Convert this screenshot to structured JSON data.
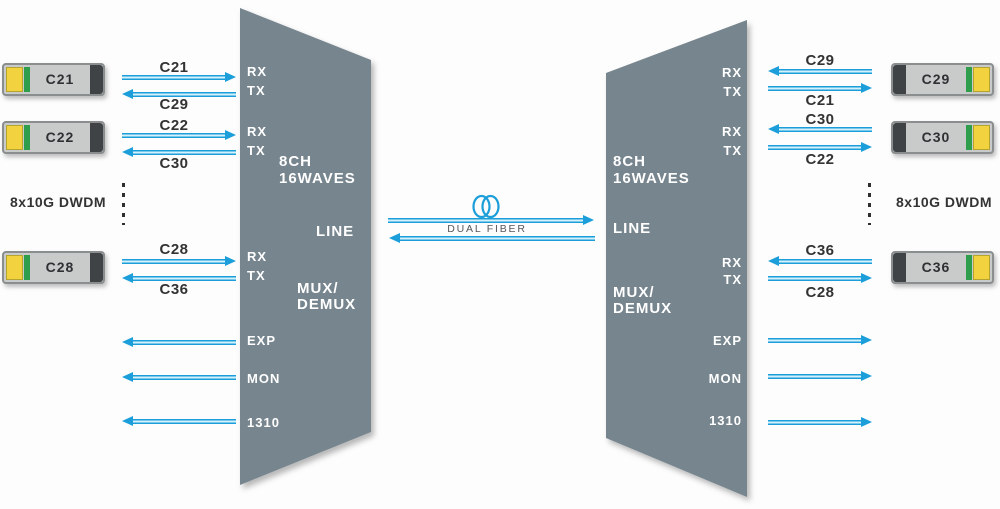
{
  "colors": {
    "arrow_blue": "#1b9ed9",
    "mux_fill": "#77858e",
    "transceiver_yellow": "#f2d23e",
    "transceiver_green": "#2f9e4c",
    "port_text": "#ffffff",
    "label_text": "#333333"
  },
  "left": {
    "group_label": "8x10G DWDM",
    "rows": [
      {
        "transceiver": "C21",
        "to_mux": "C21",
        "from_mux": "C29"
      },
      {
        "transceiver": "C22",
        "to_mux": "C22",
        "from_mux": "C30"
      },
      {
        "transceiver": "C28",
        "to_mux": "C28",
        "from_mux": "C36"
      }
    ]
  },
  "right": {
    "group_label": "8x10G DWDM",
    "rows": [
      {
        "transceiver": "C29",
        "to_mux": "C29",
        "from_mux": "C21"
      },
      {
        "transceiver": "C30",
        "to_mux": "C30",
        "from_mux": "C22"
      },
      {
        "transceiver": "C36",
        "to_mux": "C36",
        "from_mux": "C28"
      }
    ]
  },
  "mux": {
    "rx": "RX",
    "tx": "TX",
    "title1": "8CH",
    "title2": "16WAVES",
    "line": "LINE",
    "mux1": "MUX/",
    "mux2": "DEMUX",
    "exp": "EXP",
    "mon": "MON",
    "b1310": "1310"
  },
  "link": {
    "label": "DUAL FIBER"
  }
}
